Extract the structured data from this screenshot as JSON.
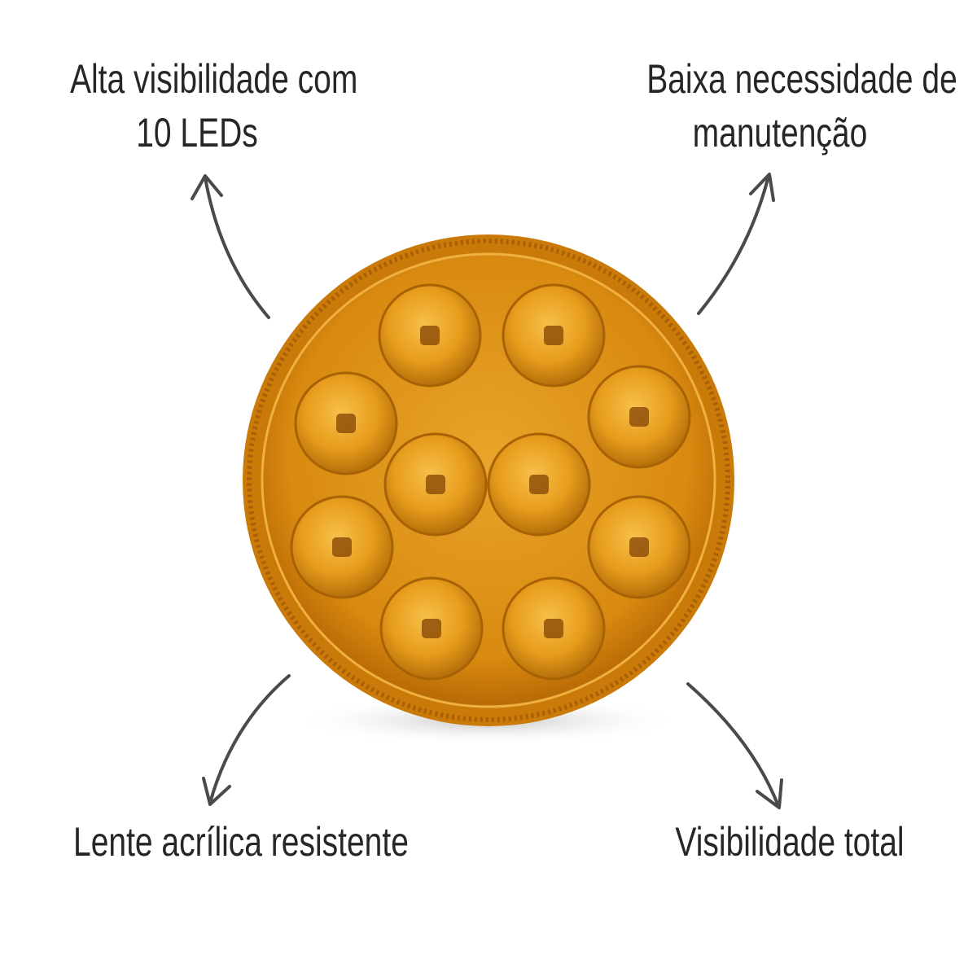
{
  "captions": {
    "top_left": [
      "Alta visibilidade com",
      "10 LEDs"
    ],
    "top_right": [
      "Baixa necessidade de",
      "manutenção"
    ],
    "bottom_left": [
      "Lente acrílica resistente"
    ],
    "bottom_right": [
      "Visibilidade total"
    ]
  },
  "product": {
    "led_count": 10,
    "lens_color": "#e89a1a",
    "arrow_color": "#4a4a4a"
  }
}
